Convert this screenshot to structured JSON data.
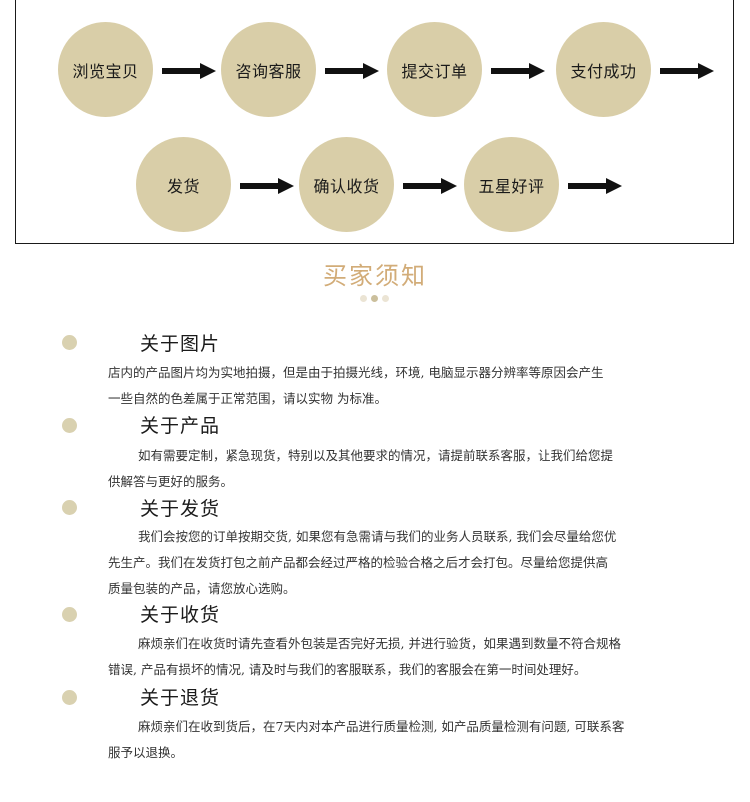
{
  "flow": {
    "steps": [
      "浏览宝贝",
      "咨询客服",
      "提交订单",
      "支付成功",
      "发货",
      "确认收货",
      "五星好评"
    ]
  },
  "main_title": "买家须知",
  "sections": [
    {
      "title": "关于图片",
      "lines": [
        "店内的产品图片均为实地拍摄，但是由于拍摄光线，环境, 电脑显示器分辨率等原因会产生",
        "一些自然的色差属于正常范围，请以实物  为标准。"
      ]
    },
    {
      "title": "关于产品",
      "lines": [
        "如有需要定制，紧急现货，特别以及其他要求的情况，请提前联系客服，让我们给您提",
        "供解答与更好的服务。"
      ]
    },
    {
      "title": "关于发货",
      "lines": [
        "我们会按您的订单按期交货, 如果您有急需请与我们的业务人员联系, 我们会尽量给您优",
        "先生产。我们在发货打包之前产品都会经过严格的检验合格之后才会打包。尽量给您提供高",
        "质量包装的产品，请您放心选购。"
      ]
    },
    {
      "title": "关于收货",
      "lines": [
        "麻烦亲们在收货时请先查看外包装是否完好无损, 并进行验货，如果遇到数量不符合规格",
        "错误, 产品有损坏的情况, 请及时与我们的客服联系，我们的客服会在第一时间处理好。"
      ]
    },
    {
      "title": "关于退货",
      "lines": [
        "麻烦亲们在收到货后，在7天内对本产品进行质量检测, 如产品质量检测有问题, 可联系客",
        "服予以退换。"
      ]
    }
  ],
  "colors": {
    "circle": "#d9cea8",
    "title_gold": "#d2ac78",
    "bullet": "#d9d1b0"
  }
}
